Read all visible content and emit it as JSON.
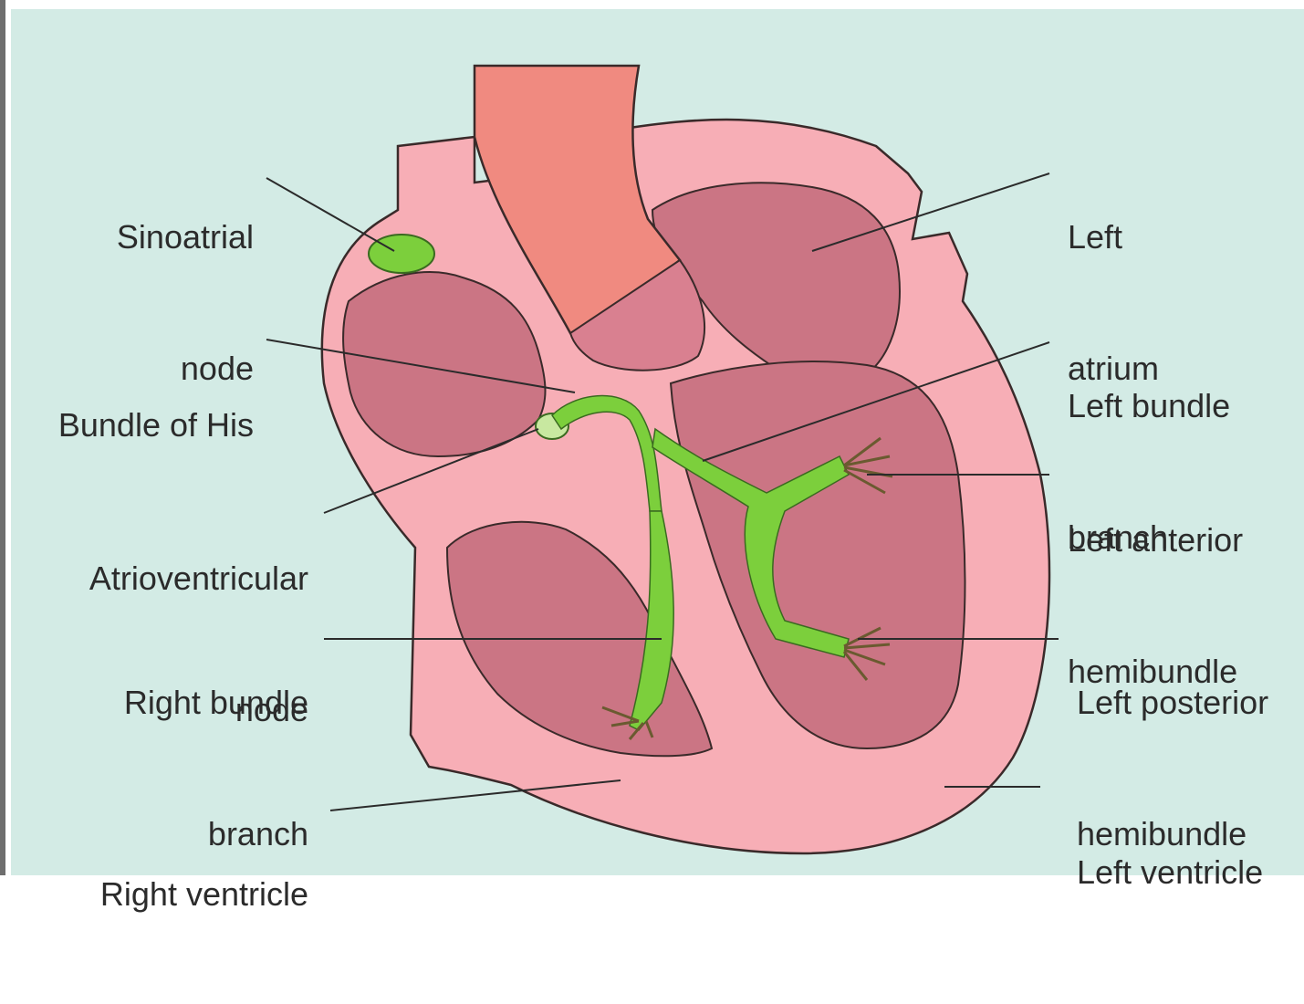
{
  "colors": {
    "background": "#d3ebe5",
    "tissue_outer": "#f7aeb6",
    "chamber": "#cb7584",
    "aorta": "#f08a80",
    "conduction": "#7ccf3c",
    "leader": "#2b2b2b"
  },
  "labels": {
    "sinoatrial_node": [
      "Sinoatrial",
      "node"
    ],
    "bundle_of_his": [
      "Bundle of His"
    ],
    "atrioventricular_node": [
      "Atrioventricular",
      "node"
    ],
    "right_bundle_branch": [
      "Right bundle",
      "branch"
    ],
    "right_ventricle": [
      "Right ventricle"
    ],
    "left_atrium": [
      "Left",
      "atrium"
    ],
    "left_bundle_branch": [
      "Left bundle",
      "branch"
    ],
    "left_anterior_hemibundle": [
      "Left anterior",
      "hemibundle"
    ],
    "left_posterior_hemibundle": [
      "Left posterior",
      "hemibundle"
    ],
    "left_ventricle": [
      "Left ventricle"
    ]
  }
}
